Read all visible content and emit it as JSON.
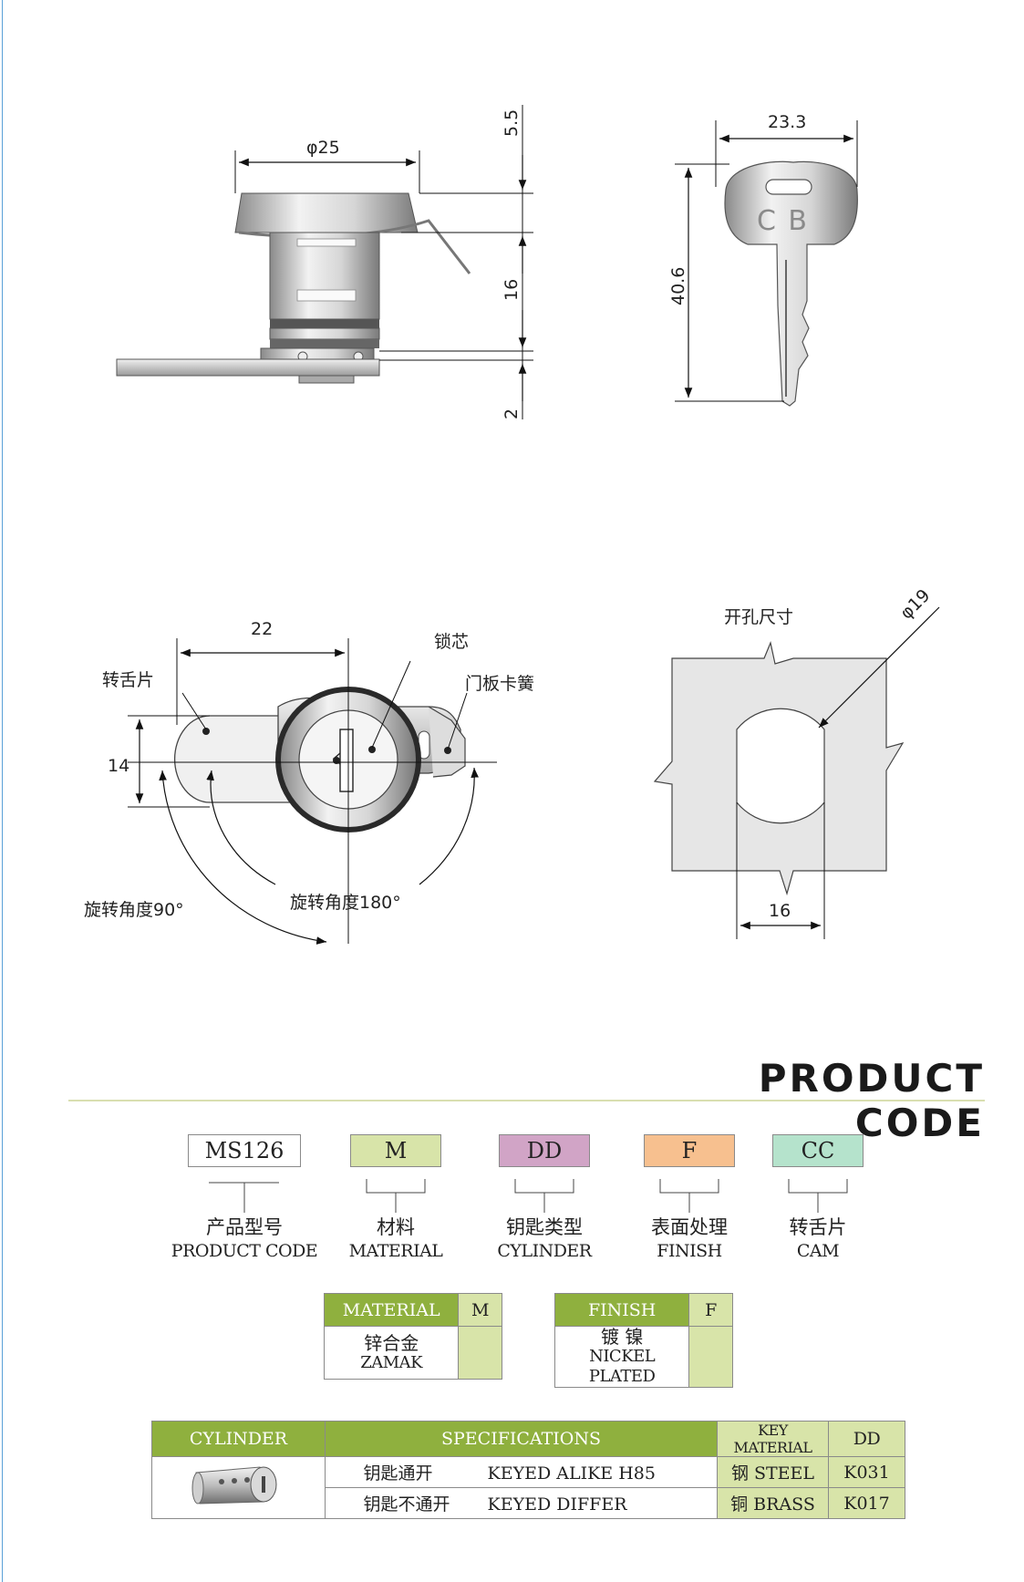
{
  "drawings": {
    "side_view": {
      "dim_diameter": "φ25",
      "dim_top": "5.5",
      "dim_body": "16",
      "dim_plate": "2"
    },
    "key_view": {
      "dim_width": "23.3",
      "dim_length": "40.6",
      "key_letters": "C B"
    },
    "front_view": {
      "dim_length": "22",
      "dim_width": "14",
      "label_cam": "转舌片",
      "label_cylinder": "锁芯",
      "label_clip": "门板卡簧",
      "label_rot90": "旋转角度90°",
      "label_rot180": "旋转角度180°"
    },
    "cutout": {
      "title": "开孔尺寸",
      "dim_diameter": "φ19",
      "dim_width": "16"
    }
  },
  "product_code": {
    "title": "PRODUCT CODE",
    "boxes": [
      {
        "code": "MS126",
        "cn": "产品型号",
        "en": "PRODUCT CODE",
        "color": "#ffffff"
      },
      {
        "code": "M",
        "cn": "材料",
        "en": "MATERIAL",
        "color": "#d8e4a9"
      },
      {
        "code": "DD",
        "cn": "钥匙类型",
        "en": "CYLINDER",
        "color": "#d1a4c6"
      },
      {
        "code": "F",
        "cn": "表面处理",
        "en": "FINISH",
        "color": "#f7c08f"
      },
      {
        "code": "CC",
        "cn": "转舌片",
        "en": "CAM",
        "color": "#b5e3cc"
      }
    ]
  },
  "material_table": {
    "header": "MATERIAL",
    "code_header": "M",
    "value_cn": "锌合金",
    "value_en": "ZAMAK"
  },
  "finish_table": {
    "header": "FINISH",
    "code_header": "F",
    "value_cn": "镀 镍",
    "value_en": "NICKEL PLATED"
  },
  "cylinder_table": {
    "headers": {
      "cylinder": "CYLINDER",
      "specifications": "SPECIFICATIONS",
      "key_material": "KEY MATERIAL",
      "code": "DD"
    },
    "rows": [
      {
        "spec_cn": "钥匙通开",
        "spec_en": "KEYED ALIKE  H85",
        "material": "钢 STEEL",
        "code": "K031"
      },
      {
        "spec_cn": "钥匙不通开",
        "spec_en": "KEYED DIFFER",
        "material": "铜 BRASS",
        "code": "K017"
      }
    ]
  },
  "colors": {
    "header_green": "#8fb03e",
    "light_green": "#d8e4a9",
    "drawing_gray": "#e6e6e6"
  }
}
